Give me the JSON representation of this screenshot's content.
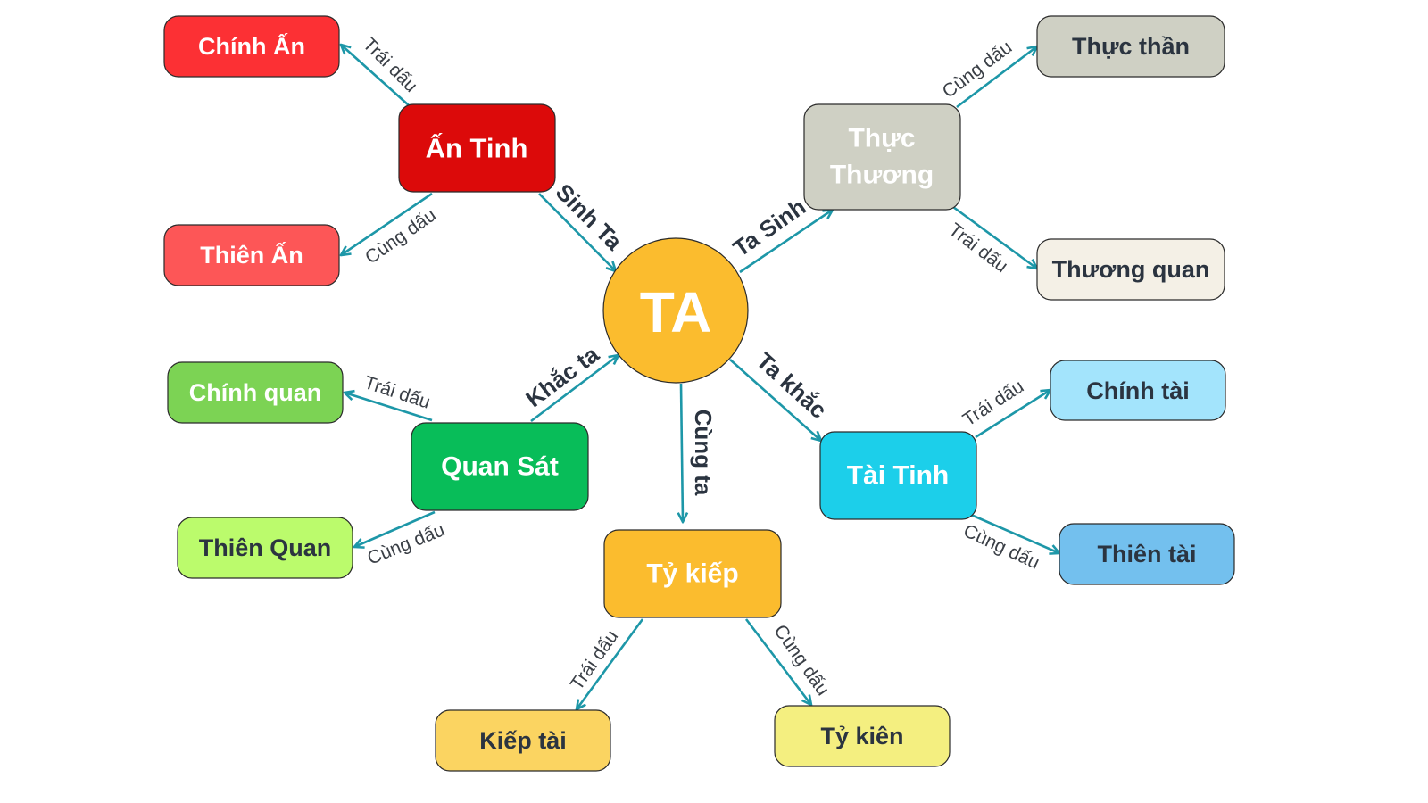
{
  "center": {
    "label": "TA",
    "color": "#fbbc2e"
  },
  "nodes": {
    "an_tinh": "Ấn Tinh",
    "chinh_an": "Chính Ấn",
    "thien_an": "Thiên Ấn",
    "thuc_thuong_1": "Thực",
    "thuc_thuong_2": "Thương",
    "thuc_than": "Thực thần",
    "thuong_quan": "Thương quan",
    "quan_sat": "Quan Sát",
    "chinh_quan": "Chính quan",
    "thien_quan": "Thiên Quan",
    "tai_tinh": "Tài Tinh",
    "chinh_tai": "Chính tài",
    "thien_tai": "Thiên tài",
    "ty_kiep": "Tỷ kiếp",
    "kiep_tai": "Kiếp tài",
    "ty_kien": "Tỷ kiên"
  },
  "edges": {
    "sinh_ta": "Sinh Ta",
    "ta_sinh": "Ta Sinh",
    "khac_ta": "Khắc ta",
    "ta_khac": "Ta khắc",
    "cung_ta": "Cùng ta",
    "trai_dau": "Trái dấu",
    "cung_dau": "Cùng dấu"
  },
  "colors": {
    "edge": "#1d97a8",
    "text_dark": "#2b3440"
  }
}
